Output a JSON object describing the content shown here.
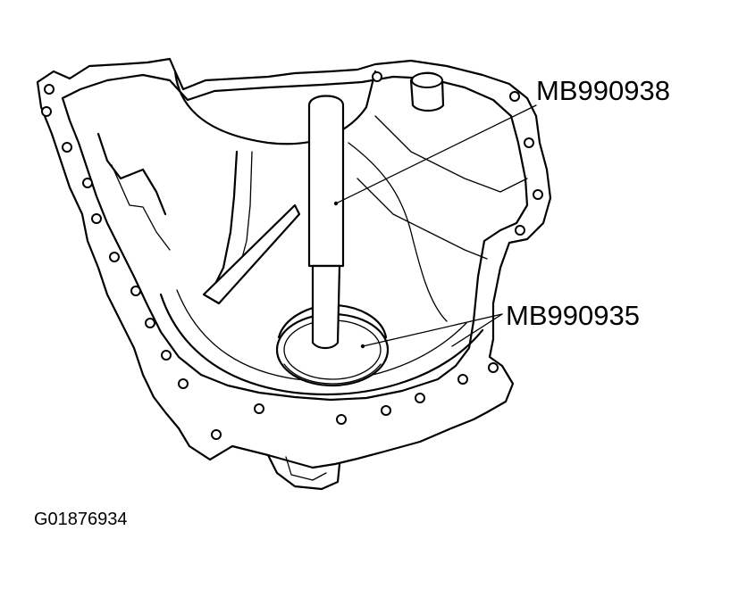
{
  "callouts": {
    "tool_upper": "MB990938",
    "tool_lower": "MB990935"
  },
  "figure_code": "G01876934"
}
